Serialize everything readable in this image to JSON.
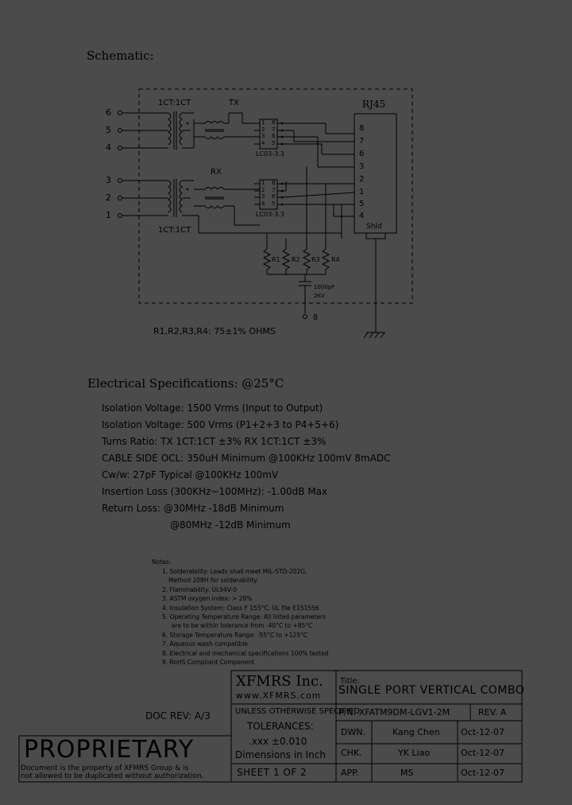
{
  "schematic": {
    "title": "Schematic:",
    "pins_left_top": [
      "6",
      "5",
      "4"
    ],
    "pins_left_bottom": [
      "3",
      "2",
      "1"
    ],
    "ratio_top": "1CT:1CT",
    "ratio_bottom": "1CT:1CT",
    "tx": "TX",
    "rx": "RX",
    "lc_top": "LC03-3.3",
    "lc_bottom": "LC03-3.3",
    "chip_left_pins": [
      "1",
      "2",
      "3",
      "4"
    ],
    "chip_right_pins": [
      "8",
      "7",
      "6",
      "5"
    ],
    "rj45": "RJ45",
    "rj45_pins": [
      "8",
      "7",
      "6",
      "3",
      "2",
      "1",
      "5",
      "4"
    ],
    "shld": "Shld",
    "resistors": [
      "R1",
      "R2",
      "R3",
      "R4"
    ],
    "cap_value": "1000pF",
    "cap_voltage": "2KV",
    "pin8": "8",
    "resistor_note": "R1,R2,R3,R4: 75±1% OHMS"
  },
  "electrical": {
    "title": "Electrical Specifications: @25°C",
    "lines": [
      "Isolation Voltage:  1500 Vrms (Input to Output)",
      "Isolation Voltage:  500 Vrms (P1+2+3 to P4+5+6)",
      "Turns Ratio: TX 1CT:1CT ±3%  RX 1CT:1CT ±3%",
      "CABLE SIDE OCL: 350uH Minimum @100KHz 100mV 8mADC",
      "Cw/w: 27pF Typical @100KHz 100mV",
      "Insertion Loss (300KHz~100MHz): -1.00dB Max",
      "Return Loss: @30MHz   -18dB Minimum",
      "@80MHz   -12dB Minimum"
    ]
  },
  "notes": {
    "title": "Notes:",
    "items": [
      "1. Solderability: Leads shall meet MIL-STD-202G,",
      "Method 208H for solderability.",
      "2. Flammability: UL94V-0",
      "3. ASTM oxygen index: > 28%",
      "4. Insulation System: Class F 155°C. UL file E151556",
      "5. Operating Temperature Range: All listed parameters",
      "are to be within tolerance from -40°C to +85°C",
      "6. Storage Temperature Range: -55°C to +125°C",
      "7. Aqueous wash compatible",
      "8. Electrical and mechanical specifications 100% tested",
      "9. RoHS Compliant Component"
    ]
  },
  "titleblock": {
    "doc_rev": "DOC REV: A/3",
    "proprietary": "PROPRIETARY",
    "disclaimer_1": "Document is the property of XFMRS Group & is",
    "disclaimer_2": "not allowed to be duplicated without authorization.",
    "company": "XFMRS Inc.",
    "website": "www.XFMRS.com",
    "title_label": "Title:",
    "title": "SINGLE PORT VERTICAL COMBO",
    "tol_1": "UNLESS OTHERWISE SPECIFIED",
    "tol_2": "TOLERANCES:",
    "tol_3": ".xxx  ±0.010",
    "tol_4": "Dimensions in Inch",
    "sheet": "SHEET  1  OF  2",
    "pn": "P/N: XFATM9DM-LGV1-2M",
    "rev": "REV. A",
    "dwn_label": "DWN.",
    "dwn_name": "Kang Chen",
    "dwn_date": "Oct-12-07",
    "chk_label": "CHK.",
    "chk_name": "YK Liao",
    "chk_date": "Oct-12-07",
    "app_label": "APP.",
    "app_name": "MS",
    "app_date": "Oct-12-07"
  }
}
